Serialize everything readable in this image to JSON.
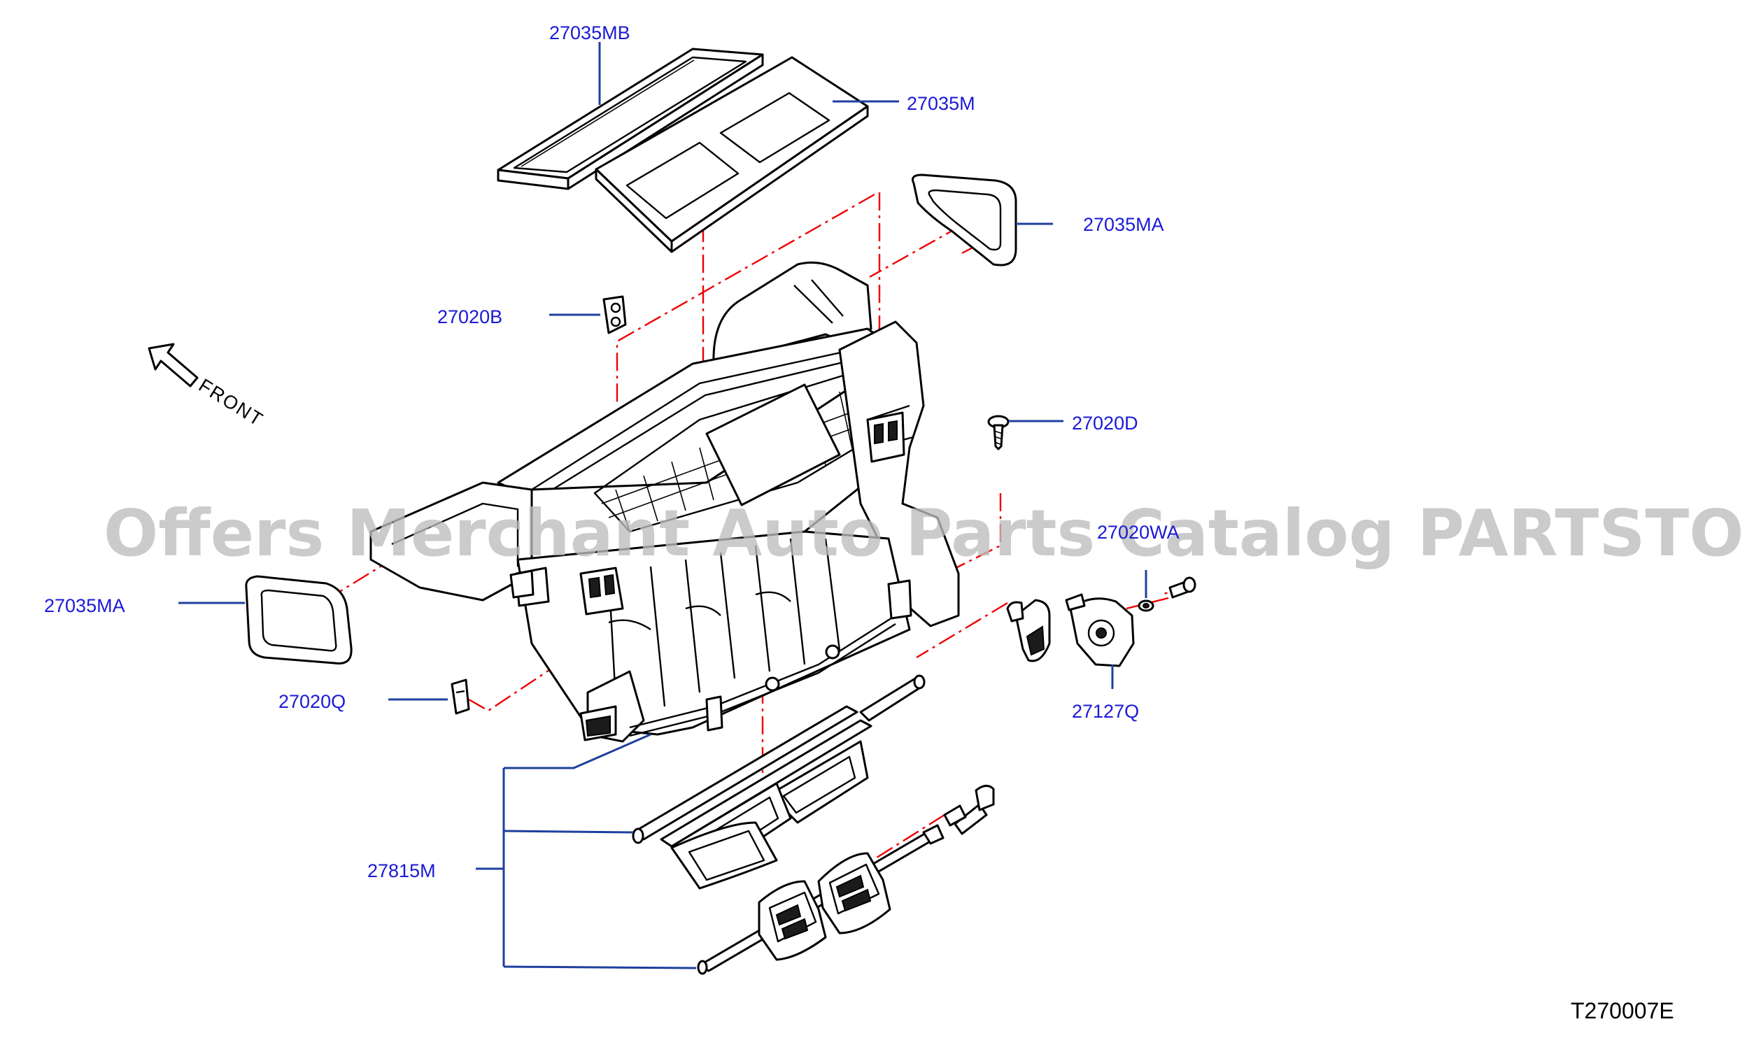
{
  "diagram": {
    "callouts": [
      {
        "id": "p1",
        "label": "27035MB"
      },
      {
        "id": "p2",
        "label": "27035M"
      },
      {
        "id": "p3",
        "label": "27035MA"
      },
      {
        "id": "p4",
        "label": "27020B"
      },
      {
        "id": "p5",
        "label": "27020D"
      },
      {
        "id": "p6",
        "label": "27020WA"
      },
      {
        "id": "p7",
        "label": "27035MA"
      },
      {
        "id": "p8",
        "label": "27127Q"
      },
      {
        "id": "p9",
        "label": "27020Q"
      },
      {
        "id": "p10",
        "label": "27815M"
      }
    ],
    "orientation_label": "FRONT",
    "reference_code": "T270007E",
    "watermark": "Offers Merchant Auto Parts Catalog PARTSTORE.SA"
  },
  "colors": {
    "callout_text": "#1a1ad6",
    "leader_line": "#1f3f9e",
    "centerline": "#ee0000",
    "linework": "#000000",
    "watermark": "#bdbdbd"
  }
}
